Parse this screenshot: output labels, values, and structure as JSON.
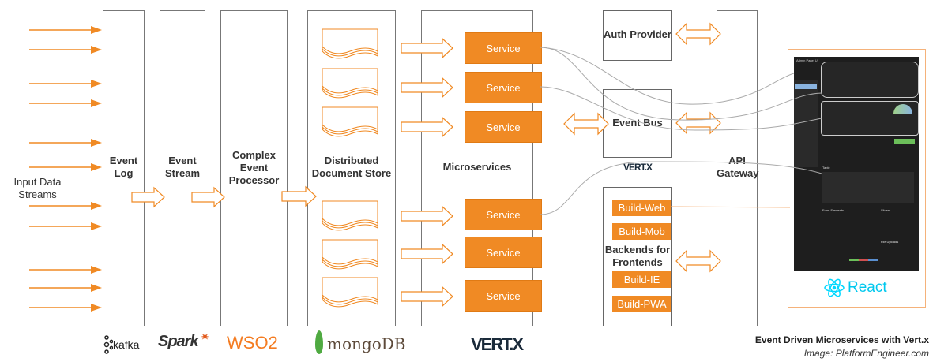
{
  "input": {
    "label_line1": "Input Data",
    "label_line2": "Streams"
  },
  "columns": {
    "event_log": [
      "Event",
      "Log"
    ],
    "event_stream": [
      "Event",
      "Stream"
    ],
    "cep": [
      "Complex",
      "Event",
      "Processor"
    ],
    "doc_store": [
      "Distributed",
      "Document Store"
    ],
    "microservices": "Microservices",
    "api_gateway": [
      "API",
      "Gateway"
    ]
  },
  "services": [
    "Service",
    "Service",
    "Service",
    "Service",
    "Service",
    "Service"
  ],
  "auth_provider": "Auth Provider",
  "event_bus": "Event Bus",
  "backends": {
    "label": [
      "Backends for",
      "Frontends"
    ],
    "builds": [
      "Build-Web",
      "Build-Mob",
      "Build-IE",
      "Build-PWA"
    ]
  },
  "dashboard": {
    "title": "Admin Panel UI",
    "sections": [
      "Table",
      "Form Elements",
      "Sliders",
      "File Uploads"
    ]
  },
  "logos": {
    "kafka": "kafka",
    "spark": "Spark",
    "wso2": "WSO2",
    "mongodb": "mongoDB",
    "vertx": "VERT.X",
    "react": "React"
  },
  "caption": {
    "title": "Event Driven Microservices with Vert.x",
    "credit": "Image: PlatformEngineer.com"
  },
  "colors": {
    "accent": "#f08a24",
    "border": "#777777",
    "vertx_purple": "#782b90",
    "react_blue": "#00d8ff"
  }
}
